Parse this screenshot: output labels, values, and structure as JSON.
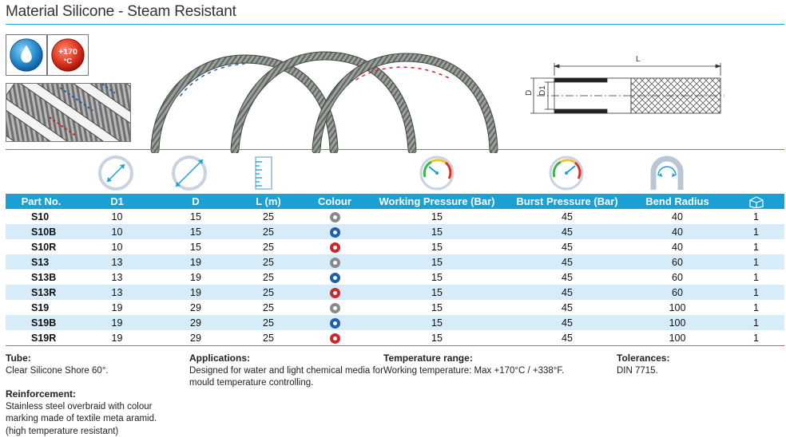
{
  "title": "Material Silicone - Steam Resistant",
  "badges": {
    "temperature_line1": "+170",
    "temperature_line2": "°C"
  },
  "drawing": {
    "length_label": "L",
    "outer_diameter_label": "D",
    "inner_diameter_label": "D1"
  },
  "colors": {
    "accent": "#1aa0d4",
    "row_alt": "#d6ecf8",
    "grey": "#8a8a8a",
    "blue": "#1f5fae",
    "red": "#c8282e"
  },
  "column_icons": [
    "inner-diameter-icon",
    "outer-diameter-icon",
    "length-ruler-icon",
    "working-pressure-gauge-icon",
    "burst-pressure-gauge-icon",
    "bend-radius-icon"
  ],
  "table": {
    "headers": {
      "part": "Part No.",
      "d1": "D1",
      "d": "D",
      "l": "L (m)",
      "colour": "Colour",
      "wp": "Working Pressure (Bar)",
      "bp": "Burst Pressure (Bar)",
      "br": "Bend Radius",
      "pack_icon": "package-icon"
    },
    "rows": [
      {
        "part": "S10",
        "d1": "10",
        "d": "15",
        "l": "25",
        "colour": "grey",
        "wp": "15",
        "bp": "45",
        "br": "40",
        "pack": "1"
      },
      {
        "part": "S10B",
        "d1": "10",
        "d": "15",
        "l": "25",
        "colour": "blue",
        "wp": "15",
        "bp": "45",
        "br": "40",
        "pack": "1"
      },
      {
        "part": "S10R",
        "d1": "10",
        "d": "15",
        "l": "25",
        "colour": "red",
        "wp": "15",
        "bp": "45",
        "br": "40",
        "pack": "1"
      },
      {
        "part": "S13",
        "d1": "13",
        "d": "19",
        "l": "25",
        "colour": "grey",
        "wp": "15",
        "bp": "45",
        "br": "60",
        "pack": "1"
      },
      {
        "part": "S13B",
        "d1": "13",
        "d": "19",
        "l": "25",
        "colour": "blue",
        "wp": "15",
        "bp": "45",
        "br": "60",
        "pack": "1"
      },
      {
        "part": "S13R",
        "d1": "13",
        "d": "19",
        "l": "25",
        "colour": "red",
        "wp": "15",
        "bp": "45",
        "br": "60",
        "pack": "1"
      },
      {
        "part": "S19",
        "d1": "19",
        "d": "29",
        "l": "25",
        "colour": "grey",
        "wp": "15",
        "bp": "45",
        "br": "100",
        "pack": "1"
      },
      {
        "part": "S19B",
        "d1": "19",
        "d": "29",
        "l": "25",
        "colour": "blue",
        "wp": "15",
        "bp": "45",
        "br": "100",
        "pack": "1"
      },
      {
        "part": "S19R",
        "d1": "19",
        "d": "29",
        "l": "25",
        "colour": "red",
        "wp": "15",
        "bp": "45",
        "br": "100",
        "pack": "1"
      }
    ]
  },
  "notes": {
    "tube_heading": "Tube:",
    "tube_text": "Clear Silicone Shore 60°.",
    "reinforcement_heading": "Reinforcement:",
    "reinforcement_line1": "Stainless steel overbraid with colour",
    "reinforcement_line2": "marking made of textile meta aramid.",
    "reinforcement_line3": "(high temperature resistant)",
    "applications_heading": "Applications:",
    "applications_line1": "Designed for water and light chemical media for",
    "applications_line2": "mould temperature controlling.",
    "temperature_heading": "Temperature range:",
    "temperature_text": "Working temperature: Max +170°C / +338°F.",
    "tolerances_heading": "Tolerances:",
    "tolerances_text": "DIN 7715."
  }
}
